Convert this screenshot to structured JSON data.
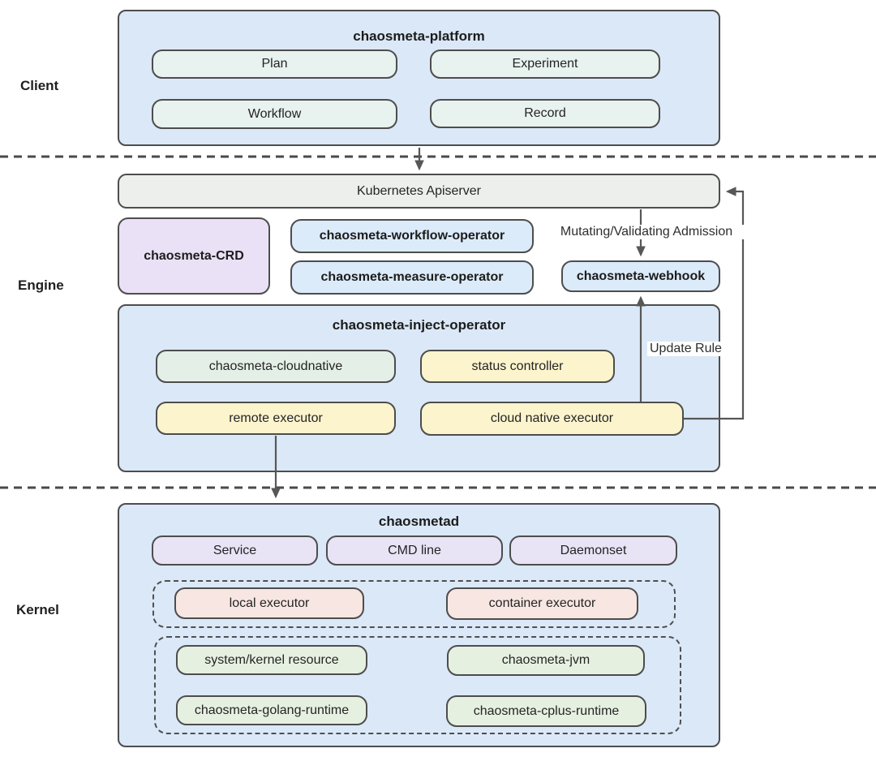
{
  "colors": {
    "container_blue": "#dbe8f7",
    "mint_green": "#e8f2ee",
    "grey": "#edefed",
    "purple": "#eae1f6",
    "operator_blue": "#dcebfa",
    "yellow": "#fcf4cd",
    "sage_green": "#e4efe7",
    "lavender": "#e9e3f6",
    "pink": "#f8e6e2",
    "kernel_green": "#e6f0e1",
    "border": "#4d4d4d",
    "arrow": "#575757"
  },
  "layer_labels": {
    "client": "Client",
    "engine": "Engine",
    "kernel": "Kernel"
  },
  "client": {
    "platform_title": "chaosmeta-platform",
    "plan": "Plan",
    "experiment": "Experiment",
    "workflow": "Workflow",
    "record": "Record"
  },
  "engine": {
    "apiserver": "Kubernetes Apiserver",
    "crd": "chaosmeta-CRD",
    "workflow_operator": "chaosmeta-workflow-operator",
    "measure_operator": "chaosmeta-measure-operator",
    "webhook": "chaosmeta-webhook",
    "admission_label": "Mutating/Validating Admission",
    "inject_operator_title": "chaosmeta-inject-operator",
    "cloudnative": "chaosmeta-cloudnative",
    "status_controller": "status controller",
    "remote_executor": "remote executor",
    "cloud_native_executor": "cloud native executor",
    "update_rule_label": "Update Rule"
  },
  "kernel": {
    "chaosmetad_title": "chaosmetad",
    "service": "Service",
    "cmd_line": "CMD line",
    "daemonset": "Daemonset",
    "local_executor": "local executor",
    "container_executor": "container executor",
    "system_kernel_resource": "system/kernel resource",
    "jvm": "chaosmeta-jvm",
    "golang_runtime": "chaosmeta-golang-runtime",
    "cplus_runtime": "chaosmeta-cplus-runtime"
  }
}
